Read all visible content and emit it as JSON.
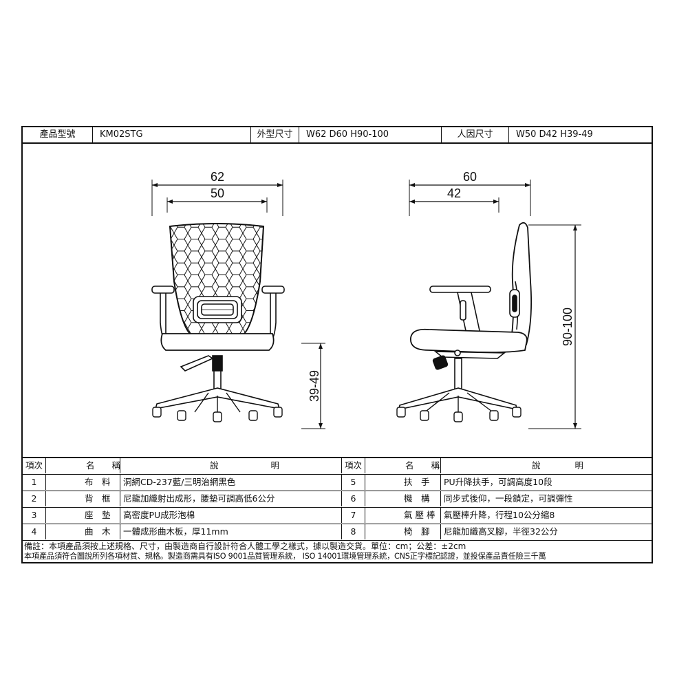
{
  "header": {
    "model_label": "產品型號",
    "model_value": "KM02STG",
    "size_label": "外型尺寸",
    "size_value": "W62 D60 H90-100",
    "ergo_label": "人因尺寸",
    "ergo_value": "W50 D42 H39-49"
  },
  "dimensions": {
    "front_outer_width": "62",
    "front_inner_width": "50",
    "seat_height": "39-49",
    "side_depth": "60",
    "side_seat_depth": "42",
    "total_height": "90-100"
  },
  "table": {
    "headers": {
      "item": "項次",
      "name": "名　　稱",
      "desc": "說　　　　明"
    },
    "left": [
      {
        "no": "1",
        "name": "布　料",
        "desc": "洞網CD-237藍/三明治網黑色"
      },
      {
        "no": "2",
        "name": "背　框",
        "desc": "尼龍加纖射出成形，腰墊可調高低6公分"
      },
      {
        "no": "3",
        "name": "座　墊",
        "desc": "高密度PU成形泡棉"
      },
      {
        "no": "4",
        "name": "曲　木",
        "desc": "一體成形曲木板，厚11mm"
      }
    ],
    "right": [
      {
        "no": "5",
        "name": "扶　手",
        "desc": "PU升降扶手，可調高度10段"
      },
      {
        "no": "6",
        "name": "機　構",
        "desc": "同步式後仰，一段鎖定，可調彈性"
      },
      {
        "no": "7",
        "name": "氣 壓 棒",
        "desc": "氣壓棒升降，行程10公分縮8"
      },
      {
        "no": "8",
        "name": "椅　腳",
        "desc": "尼龍加纖高叉腳，半徑32公分"
      }
    ]
  },
  "notes": [
    "備註：本項產品須按上述規格、尺寸，由製造商自行設計符合人體工學之樣式，據以製造交貨。單位：cm；公差：±2cm",
    "本項產品須符合圖說所列各項材質、規格。製造商需具有ISO 9001品質管理系統， ISO 14001環境管理系統，CNS正字標記認證，並投保產品責任險三千萬"
  ]
}
